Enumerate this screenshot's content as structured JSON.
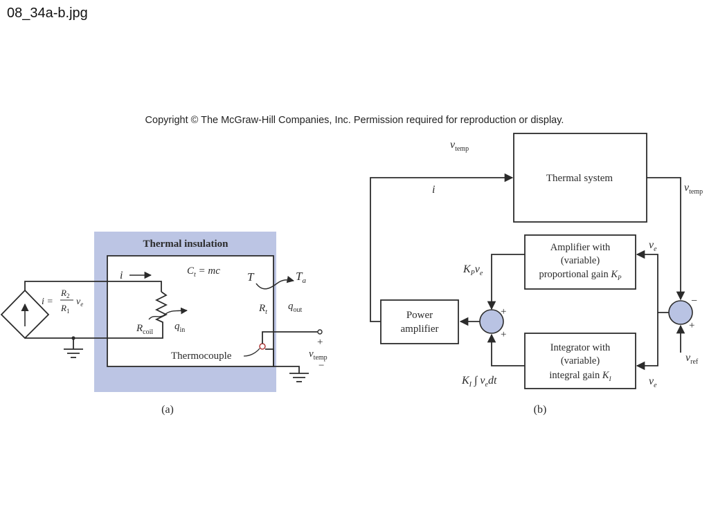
{
  "file_name": "08_34a-b.jpg",
  "copyright": "Copyright © The McGraw-Hill Companies, Inc. Permission required for reproduction or display.",
  "colors": {
    "insulation": "#bcc5e4",
    "summing_junction": "#b9c3e3",
    "line": "#2b2b2b"
  },
  "panel_a": {
    "caption": "(a)",
    "insulation_title": "Thermal insulation",
    "capacitance": "C",
    "capacitance_sub": "t",
    "capacitance_expr": " = mc",
    "current": "i",
    "source_lhs": "i =",
    "source_num": "R",
    "source_num_sub": "2",
    "source_den": "R",
    "source_den_sub": "1",
    "source_var": "v",
    "source_var_sub": "e",
    "coil": "R",
    "coil_sub": "coil",
    "heat_in": "q",
    "heat_in_sub": "in",
    "temp_T": "T",
    "temp_ambient": "T",
    "temp_ambient_sub": "a",
    "resistance": "R",
    "resistance_sub": "t",
    "heat_out": "q",
    "heat_out_sub": "out",
    "thermocouple": "Thermocouple",
    "plus": "+",
    "minus": "−",
    "vtemp": "v",
    "vtemp_sub": "temp"
  },
  "panel_b": {
    "caption": "(b)",
    "vtemp_top": "v",
    "vtemp_top_sub": "temp",
    "current": "i",
    "thermal_system": "Thermal system",
    "vtemp_right": "v",
    "vtemp_right_sub": "temp",
    "prop_line1": "Amplifier with",
    "prop_line2": "(variable)",
    "prop_line3": "proportional gain ",
    "prop_gain": "K",
    "prop_gain_sub": "P",
    "ve_top": "v",
    "ve_top_sub": "e",
    "kpve": "K",
    "kpve_sub": "P",
    "kpve_v": "v",
    "kpve_v_sub": "e",
    "power_line1": "Power",
    "power_line2": "amplifier",
    "sum_plus_top": "+",
    "sum_plus_bottom": "+",
    "sum2_minus": "−",
    "sum2_plus": "+",
    "int_line1": "Integrator with",
    "int_line2": "(variable)",
    "int_line3": "integral gain ",
    "int_gain": "K",
    "int_gain_sub": "I",
    "ki_term": "K",
    "ki_term_sub": "I",
    "ki_integral": " ∫ v",
    "ki_integral_sub": "e",
    "ki_dt": "dt",
    "ve_bottom": "v",
    "ve_bottom_sub": "e",
    "vref": "v",
    "vref_sub": "ref"
  }
}
